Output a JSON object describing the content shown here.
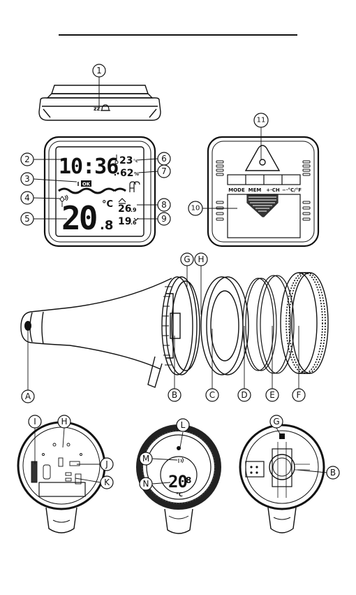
{
  "callouts": {
    "c1": "1",
    "c2": "2",
    "c3": "3",
    "c4": "4",
    "c5": "5",
    "c6": "6",
    "c7": "7",
    "c8": "8",
    "c9": "9",
    "c10": "10",
    "c11": "11",
    "cA": "A",
    "cB": "B",
    "cC": "C",
    "cD": "D",
    "cE": "E",
    "cF": "F",
    "cG": "G",
    "cH": "H",
    "cI": "I",
    "cH2": "H",
    "cJ": "J",
    "cK": "K",
    "cL": "L",
    "cM": "M",
    "cN": "N",
    "cG2": "G",
    "cB2": "B"
  },
  "top_view": {
    "sleep_text": "zᴢ"
  },
  "front_display": {
    "time": "10:36",
    "indoor_temp": "23",
    "indoor_temp_unit": "°c",
    "humidity": "62",
    "humidity_unit": "%",
    "ok_label": "OK",
    "pool_temp": "20",
    "pool_temp_decimal": ".8",
    "pool_unit": "°C",
    "max_temp": "26",
    "max_decimal": ".9",
    "min_temp": "19",
    "min_decimal": ".6"
  },
  "back_buttons": [
    "MODE",
    "MEM",
    "+·CH",
    "−·°C/°F"
  ],
  "sensor_display": {
    "temp": "20",
    "decimal": "8",
    "unit": "°C"
  }
}
